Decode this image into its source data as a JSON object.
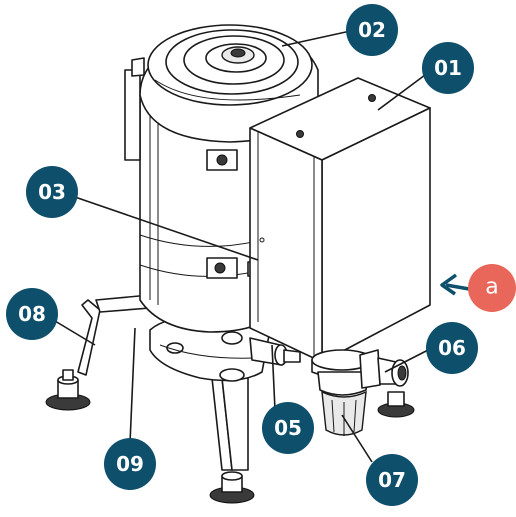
{
  "colors": {
    "callout_fill": "#0e4f6b",
    "view_marker_fill": "#e8675a",
    "view_arrow": "#0e4f6b"
  },
  "callouts": [
    {
      "id": "01",
      "label": "01"
    },
    {
      "id": "02",
      "label": "02"
    },
    {
      "id": "03",
      "label": "03"
    },
    {
      "id": "05",
      "label": "05"
    },
    {
      "id": "06",
      "label": "06"
    },
    {
      "id": "07",
      "label": "07"
    },
    {
      "id": "08",
      "label": "08"
    },
    {
      "id": "09",
      "label": "09"
    }
  ],
  "view_marker": {
    "label": "a"
  }
}
